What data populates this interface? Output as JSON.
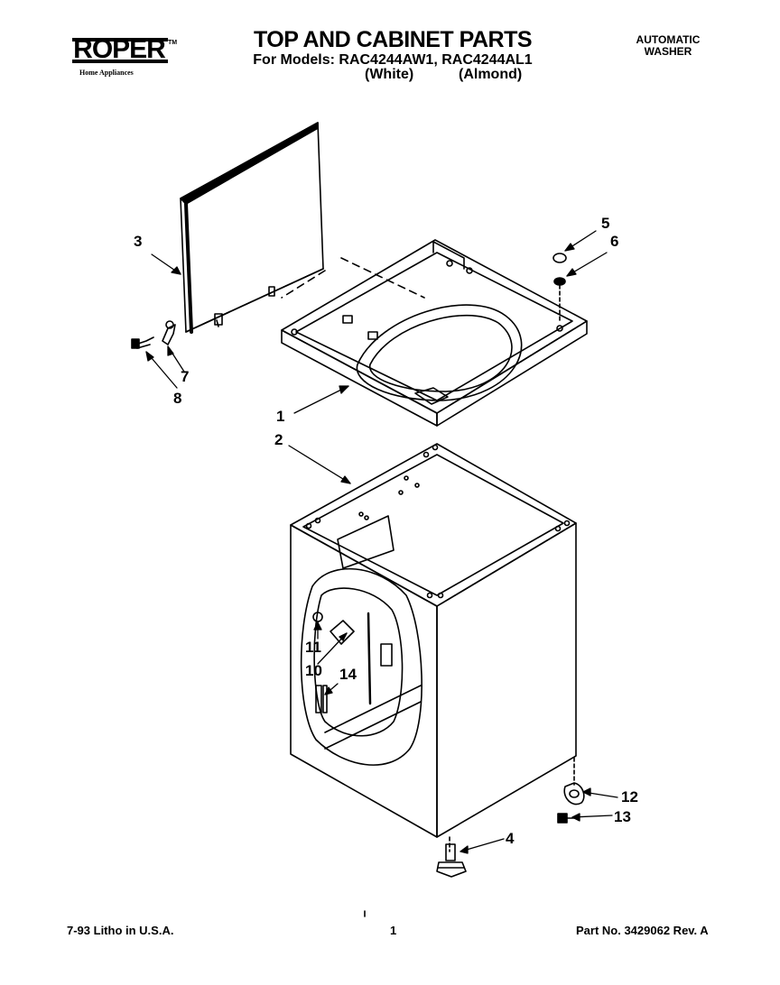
{
  "header": {
    "brand": "ROPER",
    "brand_tm": "TM",
    "brand_sub": "Home Appliances",
    "title": "TOP AND CABINET PARTS",
    "models_line": "For Models: RAC4244AW1, RAC4244AL1",
    "color_white": "(White)",
    "color_almond": "(Almond)",
    "product_line1": "AUTOMATIC",
    "product_line2": "WASHER"
  },
  "callouts": {
    "c1": "1",
    "c2": "2",
    "c3": "3",
    "c4": "4",
    "c5": "5",
    "c6": "6",
    "c7": "7",
    "c8": "8",
    "c10": "10",
    "c11": "11",
    "c12": "12",
    "c13": "13",
    "c14": "14"
  },
  "footer": {
    "litho": "7-93 Litho in U.S.A.",
    "page": "1",
    "part": "Part No. 3429062  Rev. A"
  }
}
